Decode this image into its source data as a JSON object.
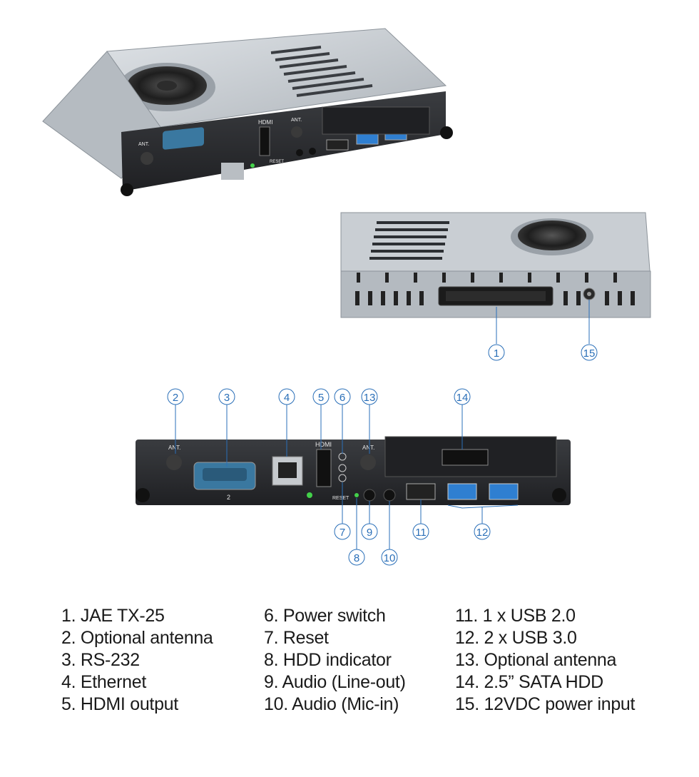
{
  "port_labels": {
    "ant": "ANT.",
    "hdmi": "HDMI",
    "reset": "RESET",
    "com": "2"
  },
  "callouts": [
    "1",
    "2",
    "3",
    "4",
    "5",
    "6",
    "7",
    "8",
    "9",
    "10",
    "11",
    "12",
    "13",
    "14",
    "15"
  ],
  "legend": {
    "col1": [
      "1. JAE TX-25",
      "2. Optional antenna",
      "3. RS-232",
      "4. Ethernet",
      "5. HDMI output"
    ],
    "col2": [
      "6. Power switch",
      "7. Reset",
      "8. HDD indicator",
      "9. Audio (Line-out)",
      "10. Audio (Mic-in)"
    ],
    "col3": [
      "11. 1 x USB 2.0",
      "12. 2 x USB 3.0",
      "13. Optional antenna",
      "14. 2.5” SATA HDD",
      "15. 12VDC power input"
    ]
  },
  "colors": {
    "callout": "#2a6fb8",
    "chassis": "#c7ccd1",
    "faceplate": "#2b2d31",
    "usb3": "#2f7fd1"
  }
}
